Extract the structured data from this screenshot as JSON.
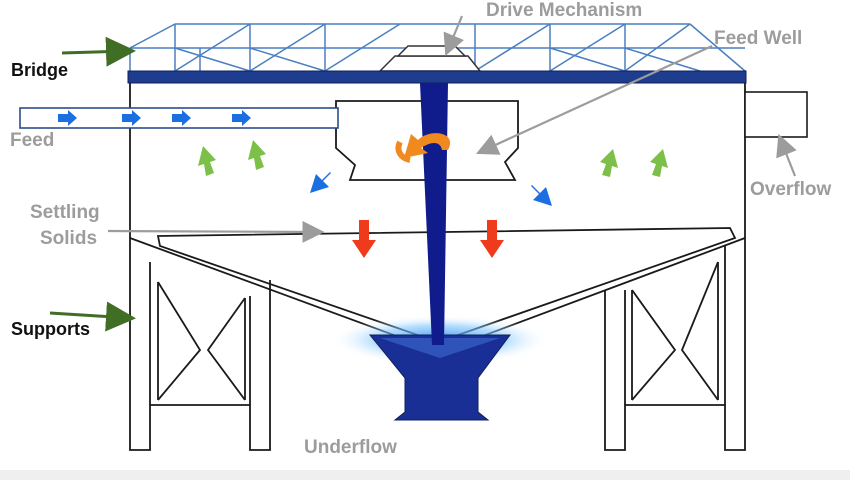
{
  "labels": {
    "bridge": "Bridge",
    "drive_mechanism": "Drive Mechanism",
    "feed_well": "Feed Well",
    "feed": "Feed",
    "overflow": "Overflow",
    "settling_solids_line1": "Settling",
    "settling_solids_line2": "Solids",
    "supports": "Supports",
    "underflow": "Underflow"
  },
  "colors": {
    "label_gray": "#9c9c9c",
    "label_dark": "#111111",
    "bridge_truss": "#4a7fc1",
    "bridge_beam": "#1f3d8f",
    "drive_shaft": "#101c8c",
    "underflow_cone": "#1a2f96",
    "flow_arrow_blue": "#1b6fe0",
    "up_arrow_green": "#7cc04a",
    "down_arrow_red": "#f03a1c",
    "rotation_arrow": "#f08a1e",
    "pointer_arrow": "#3f6e24",
    "outline": "#1a1a1a"
  }
}
